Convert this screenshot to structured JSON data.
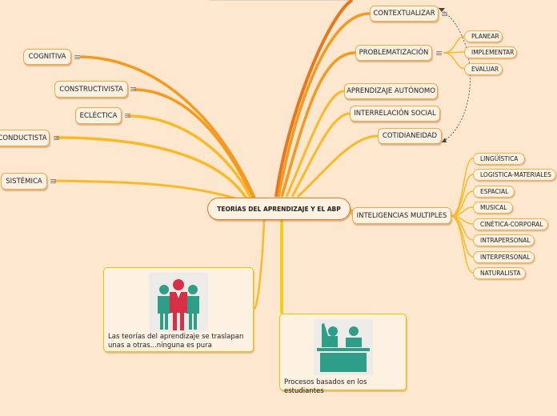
{
  "central": "TEORÍAS DEL APRENDIZAJE Y EL  ABP",
  "left_nodes": [
    "COGNITIVA",
    "CONSTRUCTIVISTA",
    "ECLÉCTICA",
    "CONDUCTISTA",
    "SISTÉMICA"
  ],
  "right_nodes": [
    "CONTEXTUALIZAR",
    "PROBLEMATIZACIÓN",
    "APRENDIZAJE AUTÓNOMO",
    "INTERRELACIÓN SOCIAL",
    "COTIDIANEIDAD",
    "INTELIGENCIAS MULTIPLES"
  ],
  "problematizacion_children": [
    "PLANEAR",
    "IMPLEMENTAR",
    "EVALUAR"
  ],
  "inteligencias_children": [
    "LINGÜÍSTICA",
    "LOGISTICA-MATERIALES",
    "ESPACIAL",
    "MUSICAL",
    "CINÉTICA-CORPORAL",
    "INTRAPERSONAL",
    "INTERPERSONAL",
    "NATURALISTA"
  ],
  "note_icon": "≡",
  "card_people": {
    "caption_line1": "Las teorías del aprendizaje se traslapan",
    "caption_line2": "unas a otras...ninguna es pura",
    "image_icon": "group-of-people-icon"
  },
  "card_students": {
    "caption": "Procesos basados en los estudiantes",
    "image_icon": "students-at-desk-icon"
  },
  "colors": {
    "background": "#fde7cf",
    "node_fill": "#fdf1e2",
    "branch_dark": "#e8761c",
    "branch_mid": "#f59a1f",
    "branch_light": "#fbb928",
    "branch_yellow": "#f7c900",
    "figure_teal": "#2f9e88",
    "figure_red": "#d72f45"
  }
}
